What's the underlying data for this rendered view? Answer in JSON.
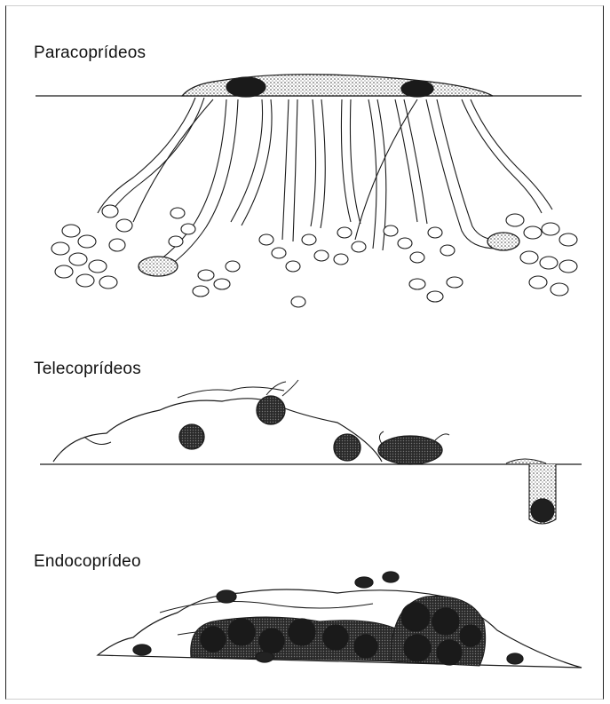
{
  "labels": {
    "paracoprideos": "Paracoprídeos",
    "telecoprideos": "Telecoprídeos",
    "endocoprideo": "Endocoprídeo"
  },
  "colors": {
    "ink": "#1a1a1a",
    "paper": "#ffffff",
    "shade": "#555555"
  }
}
